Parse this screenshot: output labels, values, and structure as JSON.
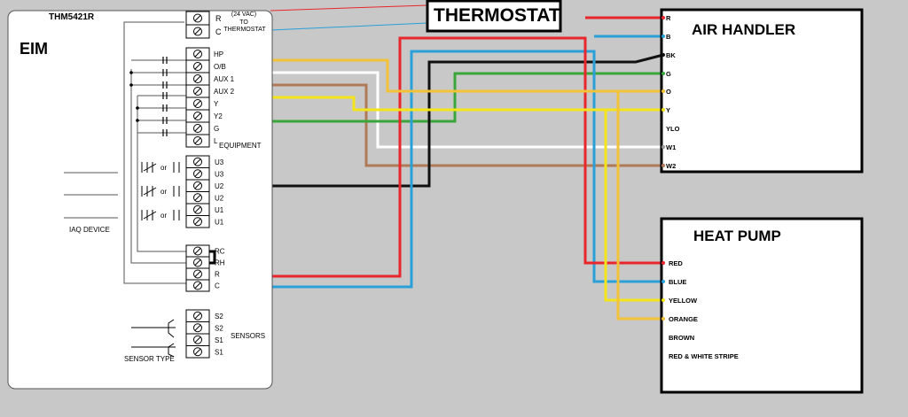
{
  "colors": {
    "background": "#c8c8c8",
    "red": "#e8262b",
    "blue": "#2a9fd8",
    "black": "#111111",
    "yellow": "#f3e51a",
    "orange": "#f2c238",
    "green": "#3aa63a",
    "white": "#ffffff",
    "brown": "#b07a58",
    "box": "#000000"
  },
  "eim": {
    "model": "THM5421R",
    "title": "EIM",
    "power_note": "(24 VAC)\nTO\nTHERMOSTAT",
    "power_terminals": [
      "R",
      "C"
    ],
    "equipment_terminals": [
      "HP",
      "O/B",
      "AUX 1",
      "AUX 2",
      "Y",
      "Y2",
      "G",
      "L"
    ],
    "equipment_label": "EQUIPMENT",
    "u_terminals": [
      "U3",
      "U3",
      "U2",
      "U2",
      "U1",
      "U1"
    ],
    "or_label": "or",
    "iaq_label": "IAQ DEVICE",
    "r_terminals": [
      "RC",
      "RH",
      "R",
      "C"
    ],
    "sensor_terminals": [
      "S2",
      "S2",
      "S1",
      "S1"
    ],
    "sensors_label": "SENSORS",
    "sensor_type_label": "SENSOR TYPE"
  },
  "thermostat": {
    "title": "THERMOSTAT"
  },
  "air_handler": {
    "title": "AIR HANDLER",
    "terminals": [
      "R",
      "B",
      "BK",
      "G",
      "O",
      "Y",
      "YLO",
      "W1",
      "W2"
    ]
  },
  "heat_pump": {
    "title": "HEAT PUMP",
    "terminals": [
      "RED",
      "BLUE",
      "YELLOW",
      "ORANGE",
      "BROWN",
      "RED & WHITE STRIPE"
    ]
  }
}
